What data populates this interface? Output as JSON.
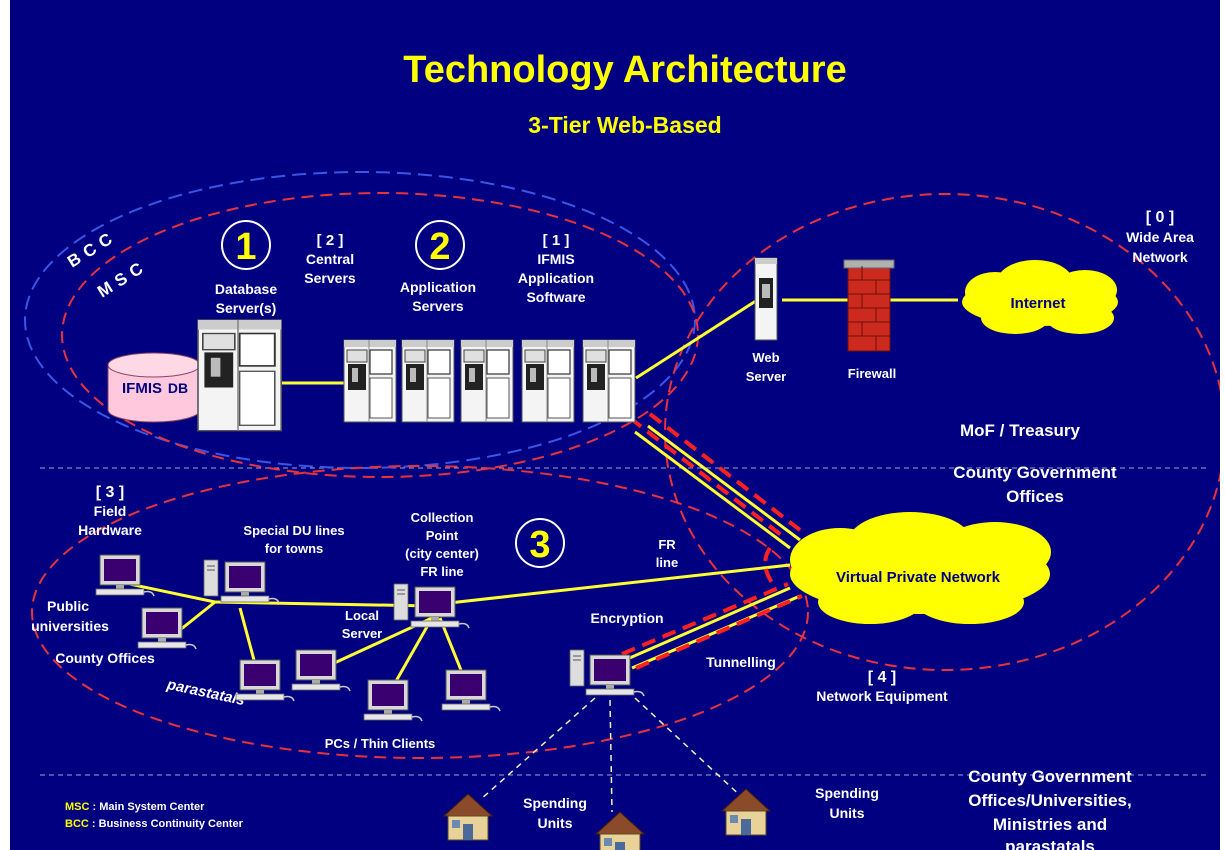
{
  "title": "Technology Architecture",
  "subtitle": "3-Tier Web-Based",
  "colors": {
    "background": "#000080",
    "title": "#ffff00",
    "dashed_ellipse": "#e8323c",
    "network_line": "#ffff33",
    "cloud": "#ffff00"
  },
  "zones": {
    "bcc": "BCC",
    "msc": "MSC"
  },
  "tiers": {
    "t1_badge": "1",
    "t2_badge": "2",
    "t3_badge": "3",
    "central_bracket": "[ 2 ]",
    "central_line1": "Central",
    "central_line2": "Servers",
    "ifmis_bracket": "[ 1 ]",
    "ifmis_line1": "IFMIS",
    "ifmis_line2": "Application",
    "ifmis_line3": "Software",
    "wan_bracket": "[ 0 ]",
    "wan_line1": "Wide Area",
    "wan_line2": "Network",
    "field_bracket": "[ 3 ]",
    "field_line1": "Field",
    "field_line2": "Hardware",
    "neteq_bracket": "[ 4 ]",
    "neteq_line1": "Network Equipment"
  },
  "labels": {
    "db_server_1": "Database",
    "db_server_2": "Server(s)",
    "app_server_1": "Application",
    "app_server_2": "Servers",
    "ifmis_db_a": "IFMIS",
    "ifmis_db_b": "DB",
    "web_server_1": "Web",
    "web_server_2": "Server",
    "firewall": "Firewall",
    "internet": "Internet",
    "mof": "MoF / Treasury",
    "county_1": "County  Government",
    "county_2": "Offices",
    "vpn": "Virtual Private Network",
    "special_1": "Special DU lines",
    "special_2": "for towns",
    "collection_1": "Collection",
    "collection_2": "Point",
    "collection_3": "(city center)",
    "collection_4": "FR line",
    "fr_1": "FR",
    "fr_2": "line",
    "public_1": "Public",
    "public_2": "universities",
    "county_offices": "County  Offices",
    "parastatals": "parastatals",
    "local_1": "Local",
    "local_2": "Server",
    "encryption": "Encryption",
    "tunnelling": "Tunnelling",
    "pcs": "PCs / Thin Clients",
    "spending_1a": "Spending",
    "spending_1b": "Units",
    "spending_2a": "Spending",
    "spending_2b": "Units",
    "bottom_1": "County  Government",
    "bottom_2": "Offices/Universities,",
    "bottom_3": "Ministries and",
    "bottom_4": "parastatals"
  },
  "legend": {
    "msc_key": "MSC",
    "msc_val": " : Main System Center",
    "bcc_key": "BCC",
    "bcc_val": " : Business Continuity Center"
  }
}
